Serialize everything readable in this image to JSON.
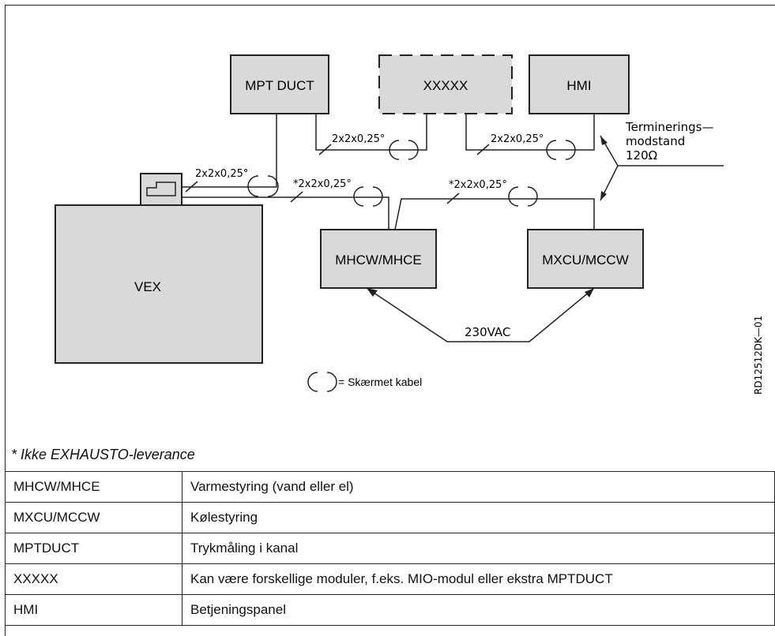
{
  "diagram": {
    "boxes": {
      "mpt_duct": "MPT DUCT",
      "xxxxx": "XXXXX",
      "hmi": "HMI",
      "vex": "VEX",
      "mhcw": "MHCW/MHCE",
      "mxcu": "MXCU/MCCW"
    },
    "cable_labels": {
      "mpt_to_x": "2x2x0,25°",
      "x_to_hmi": "2x2x0,25°",
      "vex_to_mpt": "2x2x0,25°",
      "vex_to_mhcw": "*2x2x0,25°",
      "mhcw_to_mxcu": "*2x2x0,25°"
    },
    "termination": {
      "line1": "Terminerings—",
      "line2": "modstand",
      "line3": "120Ω"
    },
    "power": "230VAC",
    "shield_legend": "= Skærmet kabel",
    "drawing_id": "RD12512DK—01"
  },
  "note": "* Ikke EXHAUSTO-leverance",
  "legend_rows": [
    {
      "code": "MHCW/MHCE",
      "description": "Varmestyring (vand eller el)"
    },
    {
      "code": "MXCU/MCCW",
      "description": "Kølestyring"
    },
    {
      "code": "MPTDUCT",
      "description": "Trykmåling i kanal"
    },
    {
      "code": "XXXXX",
      "description": "Kan være forskellige moduler, f.eks. MIO-modul eller ekstra MPTDUCT"
    },
    {
      "code": "HMI",
      "description": "Betjeningspanel"
    }
  ]
}
